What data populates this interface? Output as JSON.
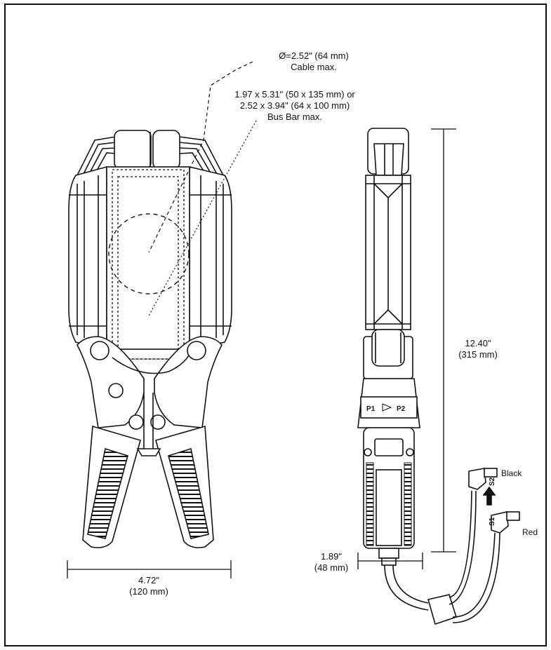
{
  "callouts": {
    "cable": {
      "line1": "Ø=2.52\" (64 mm)",
      "line2": "Cable max."
    },
    "busbar": {
      "line1": "1.97 x 5.31\" (50 x 135 mm) or",
      "line2": "2.52 x 3.94\" (64 x 100 mm)",
      "line3": "Bus Bar max."
    }
  },
  "dimensions": {
    "width": {
      "line1": "4.72\"",
      "line2": "(120 mm)"
    },
    "height": {
      "line1": "12.40\"",
      "line2": "(315 mm)"
    },
    "depth": {
      "line1": "1.89\"",
      "line2": "(48 mm)"
    }
  },
  "device_label": {
    "left": "P1",
    "right": "P2"
  },
  "connectors": {
    "black": "Black",
    "red": "Red",
    "s1": "S1",
    "s2": "S2"
  },
  "colors": {
    "line": "#111111",
    "background": "#ffffff"
  }
}
